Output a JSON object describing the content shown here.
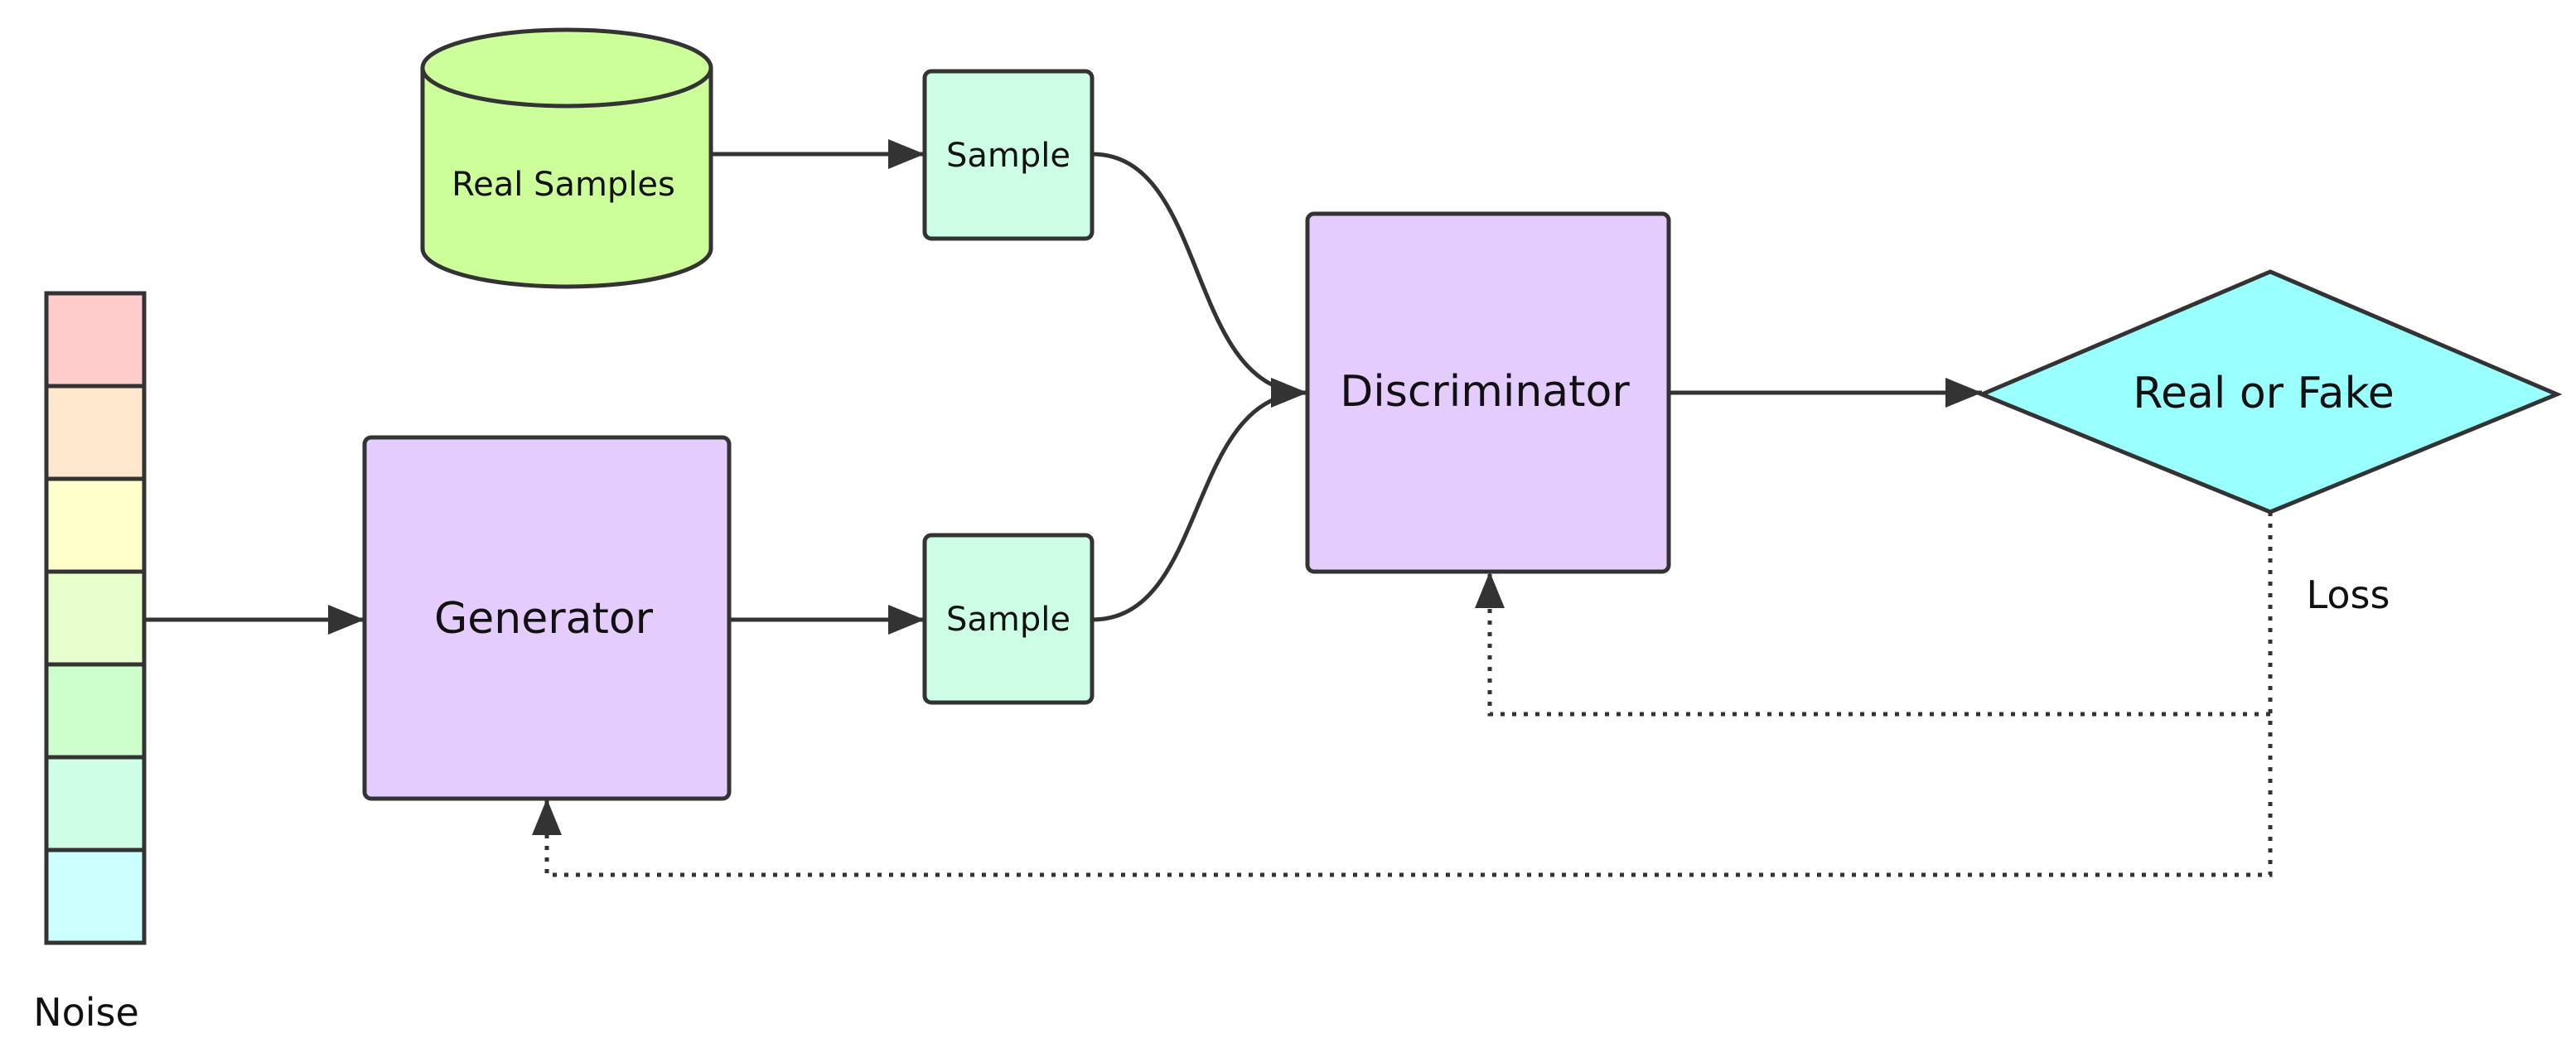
{
  "diagram": {
    "noise": {
      "label": "Noise",
      "cell_colors": [
        "#ffcccc",
        "#ffe6cc",
        "#ffffcc",
        "#e6ffcc",
        "#ccffcc",
        "#ccffe6",
        "#ccffff"
      ]
    },
    "real_samples": {
      "label": "Real Samples",
      "fill": "#ccff99"
    },
    "sample_top": {
      "label": "Sample",
      "fill": "#ccffe6"
    },
    "sample_bottom": {
      "label": "Sample",
      "fill": "#ccffe6"
    },
    "generator": {
      "label": "Generator",
      "fill": "#e5ccff"
    },
    "discriminator": {
      "label": "Discriminator",
      "fill": "#e5ccff"
    },
    "decision": {
      "label": "Real or Fake",
      "fill": "#99ffff"
    },
    "loss": {
      "label": "Loss"
    },
    "stroke_color": "#333333"
  }
}
